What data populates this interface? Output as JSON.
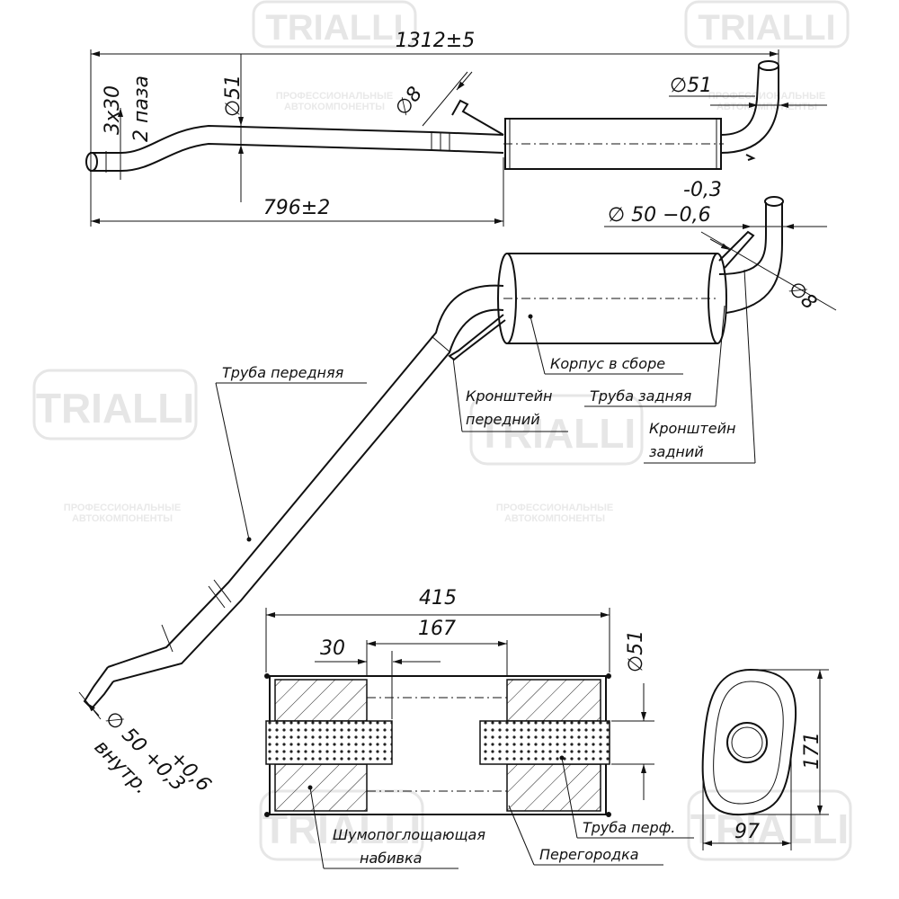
{
  "watermark": {
    "brand": "TRIALLI",
    "line1": "ПРОФЕССИОНАЛЬНЫЕ",
    "line2": "АВТОКОМПОНЕНТЫ"
  },
  "top_view": {
    "overall_length": "1312±5",
    "front_length": "796±2",
    "slots": "3x30",
    "slots_count": "2 паза",
    "diam_front": "∅51",
    "diam_bracket": "∅8",
    "diam_rear": "∅51",
    "rear_tol_upper": "-0,3",
    "rear_diam_tol": "∅ 50 −0,6"
  },
  "iso_view": {
    "diam_bracket": "∅8",
    "inlet_diam": "∅ 50 +0,3",
    "inlet_tol": "+0,6",
    "inlet_note": "внутр.",
    "labels": {
      "front_pipe": "Труба передняя",
      "body_assembly": "Корпус в сборе",
      "front_bracket_1": "Кронштейн",
      "front_bracket_2": "передний",
      "rear_pipe": "Труба задняя",
      "rear_bracket_1": "Кронштейн",
      "rear_bracket_2": "задний"
    }
  },
  "section_view": {
    "length": "415",
    "inner_length": "167",
    "insert": "30",
    "pipe_diam": "∅51",
    "height": "171",
    "width": "97",
    "labels": {
      "perforated_pipe": "Труба перф.",
      "sound_absorbing_1": "Шумопоглощающая",
      "sound_absorbing_2": "набивка",
      "baffle": "Перегородка"
    }
  }
}
